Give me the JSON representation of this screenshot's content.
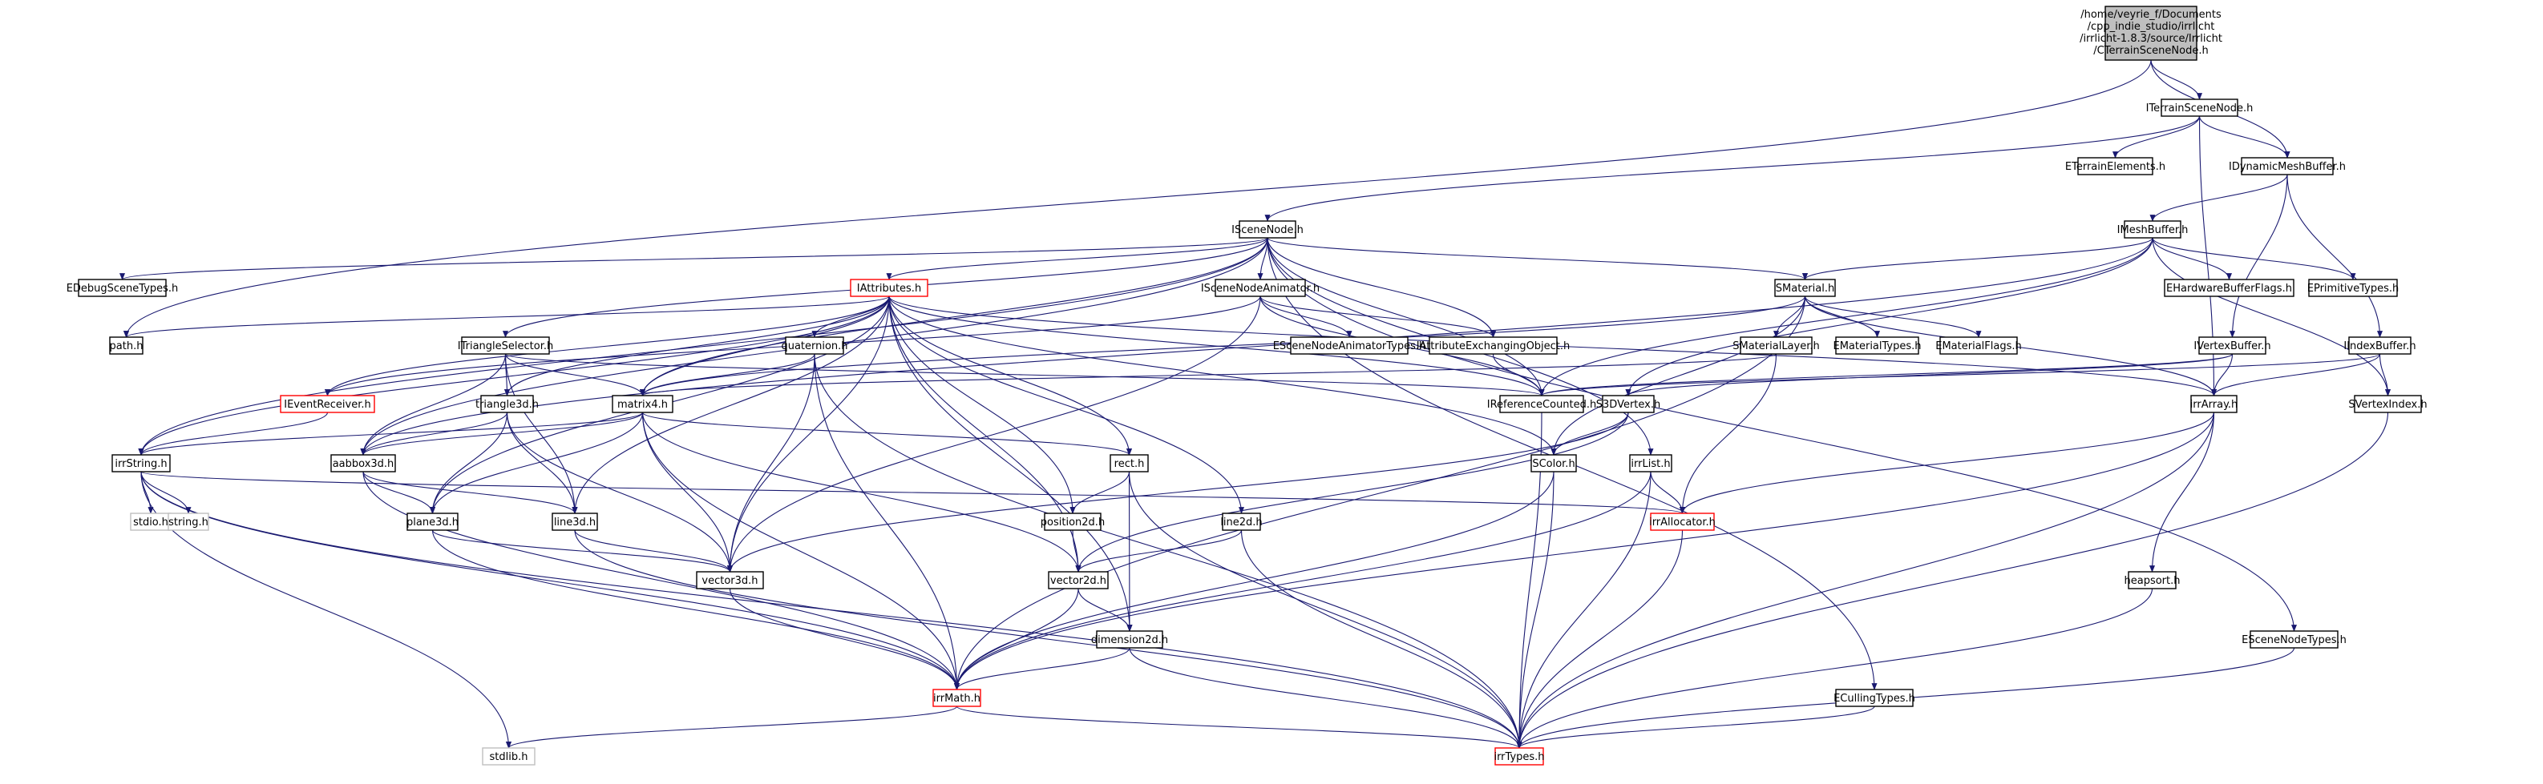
{
  "diagram": {
    "root_label_lines": [
      "/home/veyrie_f/Documents",
      "/cpp_indie_studio/irrlicht",
      "/irrlicht-1.8.3/source/Irrlicht",
      "/CTerrainSceneNode.h"
    ],
    "colors": {
      "edge": "#191970",
      "node_border": "#000000",
      "root_fill": "#bfbfbf",
      "truncated_border": "#ff0000",
      "external_border": "#bfbfbf"
    },
    "nodes": [
      {
        "id": "root",
        "label": "/home/veyrie_f/Documents/cpp_indie_studio/irrlicht/irrlicht-1.8.3/source/Irrlicht/CTerrainSceneNode.h",
        "kind": "root"
      },
      {
        "id": "ITerrainSceneNode",
        "label": "ITerrainSceneNode.h",
        "kind": "normal"
      },
      {
        "id": "ETerrainElements",
        "label": "ETerrainElements.h",
        "kind": "normal"
      },
      {
        "id": "IDynamicMeshBuffer",
        "label": "IDynamicMeshBuffer.h",
        "kind": "normal"
      },
      {
        "id": "ISceneNode",
        "label": "ISceneNode.h",
        "kind": "normal"
      },
      {
        "id": "IMeshBuffer",
        "label": "IMeshBuffer.h",
        "kind": "normal"
      },
      {
        "id": "EDebugSceneTypes",
        "label": "EDebugSceneTypes.h",
        "kind": "normal"
      },
      {
        "id": "IAttributes",
        "label": "IAttributes.h",
        "kind": "truncated"
      },
      {
        "id": "ISceneNodeAnimator",
        "label": "ISceneNodeAnimator.h",
        "kind": "normal"
      },
      {
        "id": "SMaterial",
        "label": "SMaterial.h",
        "kind": "normal"
      },
      {
        "id": "EHardwareBufferFlags",
        "label": "EHardwareBufferFlags.h",
        "kind": "normal"
      },
      {
        "id": "EPrimitiveTypes",
        "label": "EPrimitiveTypes.h",
        "kind": "normal"
      },
      {
        "id": "path",
        "label": "path.h",
        "kind": "normal"
      },
      {
        "id": "ITriangleSelector",
        "label": "ITriangleSelector.h",
        "kind": "normal"
      },
      {
        "id": "quaternion",
        "label": "quaternion.h",
        "kind": "normal"
      },
      {
        "id": "ESceneNodeAnimatorTypes",
        "label": "ESceneNodeAnimatorTypes.h",
        "kind": "normal"
      },
      {
        "id": "IAttributeExchangingObject",
        "label": "IAttributeExchangingObject.h",
        "kind": "normal"
      },
      {
        "id": "SMaterialLayer",
        "label": "SMaterialLayer.h",
        "kind": "normal"
      },
      {
        "id": "EMaterialTypes",
        "label": "EMaterialTypes.h",
        "kind": "normal"
      },
      {
        "id": "EMaterialFlags",
        "label": "EMaterialFlags.h",
        "kind": "normal"
      },
      {
        "id": "IVertexBuffer",
        "label": "IVertexBuffer.h",
        "kind": "normal"
      },
      {
        "id": "IIndexBuffer",
        "label": "IIndexBuffer.h",
        "kind": "normal"
      },
      {
        "id": "IEventReceiver",
        "label": "IEventReceiver.h",
        "kind": "truncated"
      },
      {
        "id": "triangle3d",
        "label": "triangle3d.h",
        "kind": "normal"
      },
      {
        "id": "matrix4",
        "label": "matrix4.h",
        "kind": "normal"
      },
      {
        "id": "IReferenceCounted",
        "label": "IReferenceCounted.h",
        "kind": "normal"
      },
      {
        "id": "S3DVertex",
        "label": "S3DVertex.h",
        "kind": "normal"
      },
      {
        "id": "irrArray",
        "label": "irrArray.h",
        "kind": "normal"
      },
      {
        "id": "SVertexIndex",
        "label": "SVertexIndex.h",
        "kind": "normal"
      },
      {
        "id": "irrString",
        "label": "irrString.h",
        "kind": "normal"
      },
      {
        "id": "aabbox3d",
        "label": "aabbox3d.h",
        "kind": "normal"
      },
      {
        "id": "rect",
        "label": "rect.h",
        "kind": "normal"
      },
      {
        "id": "SColor",
        "label": "SColor.h",
        "kind": "normal"
      },
      {
        "id": "irrList",
        "label": "irrList.h",
        "kind": "normal"
      },
      {
        "id": "stdio",
        "label": "stdio.h",
        "kind": "external"
      },
      {
        "id": "string",
        "label": "string.h",
        "kind": "external"
      },
      {
        "id": "plane3d",
        "label": "plane3d.h",
        "kind": "normal"
      },
      {
        "id": "line3d",
        "label": "line3d.h",
        "kind": "normal"
      },
      {
        "id": "position2d",
        "label": "position2d.h",
        "kind": "normal"
      },
      {
        "id": "line2d",
        "label": "line2d.h",
        "kind": "normal"
      },
      {
        "id": "irrAllocator",
        "label": "irrAllocator.h",
        "kind": "truncated"
      },
      {
        "id": "vector3d",
        "label": "vector3d.h",
        "kind": "normal"
      },
      {
        "id": "vector2d",
        "label": "vector2d.h",
        "kind": "normal"
      },
      {
        "id": "heapsort",
        "label": "heapsort.h",
        "kind": "normal"
      },
      {
        "id": "dimension2d",
        "label": "dimension2d.h",
        "kind": "normal"
      },
      {
        "id": "ESceneNodeTypes",
        "label": "ESceneNodeTypes.h",
        "kind": "normal"
      },
      {
        "id": "irrMath",
        "label": "irrMath.h",
        "kind": "truncated"
      },
      {
        "id": "ECullingTypes",
        "label": "ECullingTypes.h",
        "kind": "normal"
      },
      {
        "id": "stdlib",
        "label": "stdlib.h",
        "kind": "external"
      },
      {
        "id": "irrTypes",
        "label": "irrTypes.h",
        "kind": "truncated"
      }
    ],
    "edges": [
      [
        "root",
        "ITerrainSceneNode"
      ],
      [
        "root",
        "IDynamicMeshBuffer"
      ],
      [
        "root",
        "path"
      ],
      [
        "ITerrainSceneNode",
        "ETerrainElements"
      ],
      [
        "ITerrainSceneNode",
        "ISceneNode"
      ],
      [
        "ITerrainSceneNode",
        "IDynamicMeshBuffer"
      ],
      [
        "ITerrainSceneNode",
        "irrArray"
      ],
      [
        "IDynamicMeshBuffer",
        "IMeshBuffer"
      ],
      [
        "IDynamicMeshBuffer",
        "IVertexBuffer"
      ],
      [
        "IDynamicMeshBuffer",
        "IIndexBuffer"
      ],
      [
        "ISceneNode",
        "EDebugSceneTypes"
      ],
      [
        "ISceneNode",
        "IAttributes"
      ],
      [
        "ISceneNode",
        "ISceneNodeAnimator"
      ],
      [
        "ISceneNode",
        "SMaterial"
      ],
      [
        "ISceneNode",
        "ITriangleSelector"
      ],
      [
        "ISceneNode",
        "IAttributeExchangingObject"
      ],
      [
        "ISceneNode",
        "irrString"
      ],
      [
        "ISceneNode",
        "aabbox3d"
      ],
      [
        "ISceneNode",
        "matrix4"
      ],
      [
        "ISceneNode",
        "irrList"
      ],
      [
        "ISceneNode",
        "ESceneNodeTypes"
      ],
      [
        "ISceneNode",
        "ECullingTypes"
      ],
      [
        "ISceneNode",
        "IReferenceCounted"
      ],
      [
        "IMeshBuffer",
        "SMaterial"
      ],
      [
        "IMeshBuffer",
        "EHardwareBufferFlags"
      ],
      [
        "IMeshBuffer",
        "EPrimitiveTypes"
      ],
      [
        "IMeshBuffer",
        "S3DVertex"
      ],
      [
        "IMeshBuffer",
        "SVertexIndex"
      ],
      [
        "IMeshBuffer",
        "aabbox3d"
      ],
      [
        "IMeshBuffer",
        "IReferenceCounted"
      ],
      [
        "IAttributes",
        "path"
      ],
      [
        "IAttributes",
        "IEventReceiver"
      ],
      [
        "IAttributes",
        "irrString"
      ],
      [
        "IAttributes",
        "matrix4"
      ],
      [
        "IAttributes",
        "quaternion"
      ],
      [
        "IAttributes",
        "rect"
      ],
      [
        "IAttributes",
        "position2d"
      ],
      [
        "IAttributes",
        "line2d"
      ],
      [
        "IAttributes",
        "line3d"
      ],
      [
        "IAttributes",
        "triangle3d"
      ],
      [
        "IAttributes",
        "plane3d"
      ],
      [
        "IAttributes",
        "vector3d"
      ],
      [
        "IAttributes",
        "vector2d"
      ],
      [
        "IAttributes",
        "dimension2d"
      ],
      [
        "IAttributes",
        "SColor"
      ],
      [
        "IAttributes",
        "IReferenceCounted"
      ],
      [
        "IAttributes",
        "irrArray"
      ],
      [
        "ISceneNodeAnimator",
        "ESceneNodeAnimatorTypes"
      ],
      [
        "ISceneNodeAnimator",
        "IAttributeExchangingObject"
      ],
      [
        "ISceneNodeAnimator",
        "IReferenceCounted"
      ],
      [
        "ISceneNodeAnimator",
        "vector3d"
      ],
      [
        "ISceneNodeAnimator",
        "IEventReceiver"
      ],
      [
        "SMaterial",
        "SMaterialLayer"
      ],
      [
        "SMaterial",
        "EMaterialTypes"
      ],
      [
        "SMaterial",
        "EMaterialFlags"
      ],
      [
        "SMaterial",
        "SColor"
      ],
      [
        "SMaterial",
        "matrix4"
      ],
      [
        "SMaterial",
        "irrArray"
      ],
      [
        "SMaterial",
        "irrMath"
      ],
      [
        "ITriangleSelector",
        "triangle3d"
      ],
      [
        "ITriangleSelector",
        "aabbox3d"
      ],
      [
        "ITriangleSelector",
        "matrix4"
      ],
      [
        "ITriangleSelector",
        "line3d"
      ],
      [
        "ITriangleSelector",
        "IReferenceCounted"
      ],
      [
        "quaternion",
        "matrix4"
      ],
      [
        "quaternion",
        "vector3d"
      ],
      [
        "quaternion",
        "irrTypes"
      ],
      [
        "quaternion",
        "irrMath"
      ],
      [
        "IAttributeExchangingObject",
        "IReferenceCounted"
      ],
      [
        "SMaterialLayer",
        "matrix4"
      ],
      [
        "SMaterialLayer",
        "irrAllocator"
      ],
      [
        "IVertexBuffer",
        "irrArray"
      ],
      [
        "IVertexBuffer",
        "S3DVertex"
      ],
      [
        "IVertexBuffer",
        "IReferenceCounted"
      ],
      [
        "IIndexBuffer",
        "irrArray"
      ],
      [
        "IIndexBuffer",
        "SVertexIndex"
      ],
      [
        "IIndexBuffer",
        "IReferenceCounted"
      ],
      [
        "IEventReceiver",
        "irrString"
      ],
      [
        "triangle3d",
        "vector3d"
      ],
      [
        "triangle3d",
        "line3d"
      ],
      [
        "triangle3d",
        "plane3d"
      ],
      [
        "triangle3d",
        "aabbox3d"
      ],
      [
        "matrix4",
        "vector3d"
      ],
      [
        "matrix4",
        "vector2d"
      ],
      [
        "matrix4",
        "plane3d"
      ],
      [
        "matrix4",
        "aabbox3d"
      ],
      [
        "matrix4",
        "rect"
      ],
      [
        "matrix4",
        "irrString"
      ],
      [
        "matrix4",
        "irrMath"
      ],
      [
        "IReferenceCounted",
        "irrTypes"
      ],
      [
        "S3DVertex",
        "vector3d"
      ],
      [
        "S3DVertex",
        "vector2d"
      ],
      [
        "S3DVertex",
        "SColor"
      ],
      [
        "irrArray",
        "irrTypes"
      ],
      [
        "irrArray",
        "heapsort"
      ],
      [
        "irrArray",
        "irrAllocator"
      ],
      [
        "irrArray",
        "irrMath"
      ],
      [
        "SVertexIndex",
        "irrTypes"
      ],
      [
        "irrString",
        "stdio"
      ],
      [
        "irrString",
        "string"
      ],
      [
        "irrString",
        "stdlib"
      ],
      [
        "irrString",
        "irrTypes"
      ],
      [
        "irrString",
        "irrAllocator"
      ],
      [
        "irrString",
        "irrMath"
      ],
      [
        "aabbox3d",
        "plane3d"
      ],
      [
        "aabbox3d",
        "line3d"
      ],
      [
        "aabbox3d",
        "irrMath"
      ],
      [
        "rect",
        "position2d"
      ],
      [
        "rect",
        "dimension2d"
      ],
      [
        "rect",
        "irrTypes"
      ],
      [
        "SColor",
        "irrTypes"
      ],
      [
        "SColor",
        "irrMath"
      ],
      [
        "irrList",
        "irrTypes"
      ],
      [
        "irrList",
        "irrAllocator"
      ],
      [
        "irrList",
        "irrMath"
      ],
      [
        "plane3d",
        "vector3d"
      ],
      [
        "plane3d",
        "irrMath"
      ],
      [
        "line3d",
        "vector3d"
      ],
      [
        "line3d",
        "irrTypes"
      ],
      [
        "position2d",
        "vector2d"
      ],
      [
        "line2d",
        "vector2d"
      ],
      [
        "line2d",
        "irrTypes"
      ],
      [
        "irrAllocator",
        "irrTypes"
      ],
      [
        "vector3d",
        "irrMath"
      ],
      [
        "vector2d",
        "irrMath"
      ],
      [
        "vector2d",
        "dimension2d"
      ],
      [
        "heapsort",
        "irrTypes"
      ],
      [
        "dimension2d",
        "irrTypes"
      ],
      [
        "dimension2d",
        "irrMath"
      ],
      [
        "ESceneNodeTypes",
        "irrTypes"
      ],
      [
        "irrMath",
        "irrTypes"
      ],
      [
        "irrMath",
        "stdlib"
      ],
      [
        "ECullingTypes",
        "irrTypes"
      ]
    ]
  }
}
